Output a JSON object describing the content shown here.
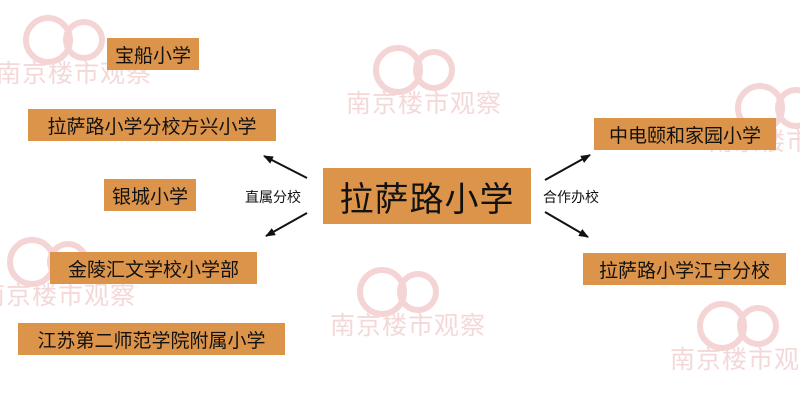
{
  "watermark": {
    "text": "南京楼市观察",
    "color": "#f3d4d4"
  },
  "center": {
    "label": "拉萨路小学",
    "color": "#dc944b"
  },
  "left_group": {
    "relation_label": "直属分校",
    "schools": [
      "宝船小学",
      "拉萨路小学分校方兴小学",
      "银城小学",
      "金陵汇文学校小学部",
      "江苏第二师范学院附属小学"
    ]
  },
  "right_group": {
    "relation_label": "合作办校",
    "schools": [
      "中电颐和家园小学",
      "拉萨路小学江宁分校"
    ]
  },
  "colors": {
    "node_fill": "#dc944b",
    "text": "#111111",
    "arrow": "#111111",
    "background": "#ffffff"
  }
}
